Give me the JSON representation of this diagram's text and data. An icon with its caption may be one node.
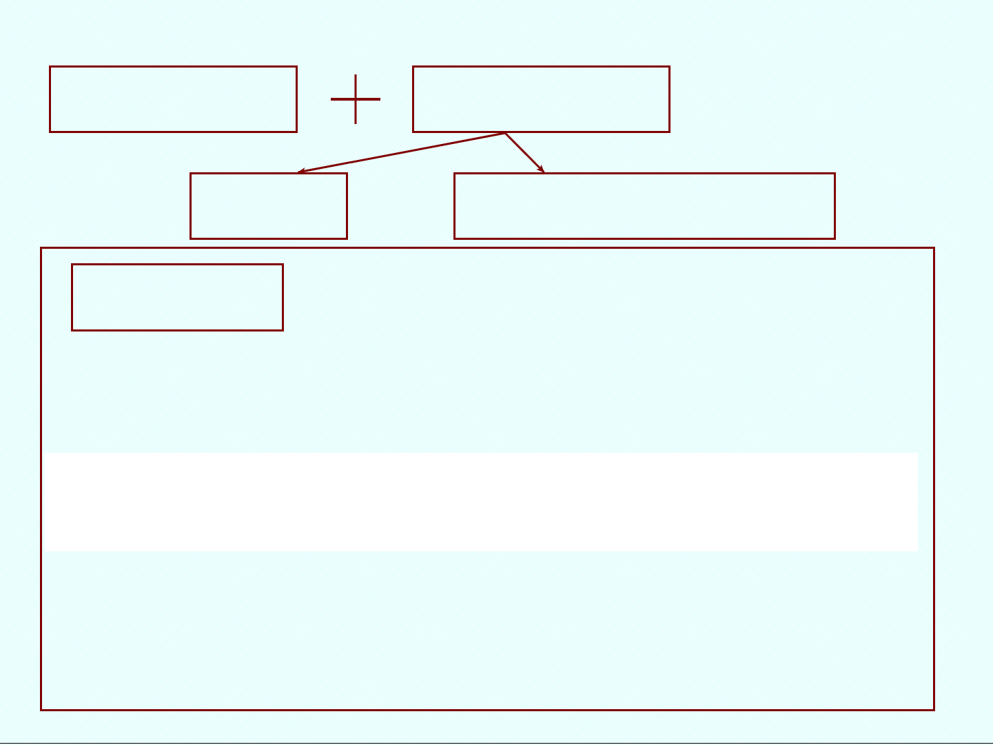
{
  "diagram": {
    "nodes": [
      {
        "text": [],
        "shape": "box"
      },
      {
        "text": [],
        "shape": "box"
      },
      {
        "text": [],
        "shape": "box"
      },
      {
        "text": [],
        "shape": "box"
      },
      {
        "text": [],
        "shape": "box"
      },
      {
        "text": [],
        "shape": "box",
        "in": 4
      }
    ],
    "edges": [
      {
        "from": 1,
        "to": 2,
        "arrow": "to"
      },
      {
        "from": 1,
        "to": 3,
        "arrow": "to"
      }
    ]
  }
}
